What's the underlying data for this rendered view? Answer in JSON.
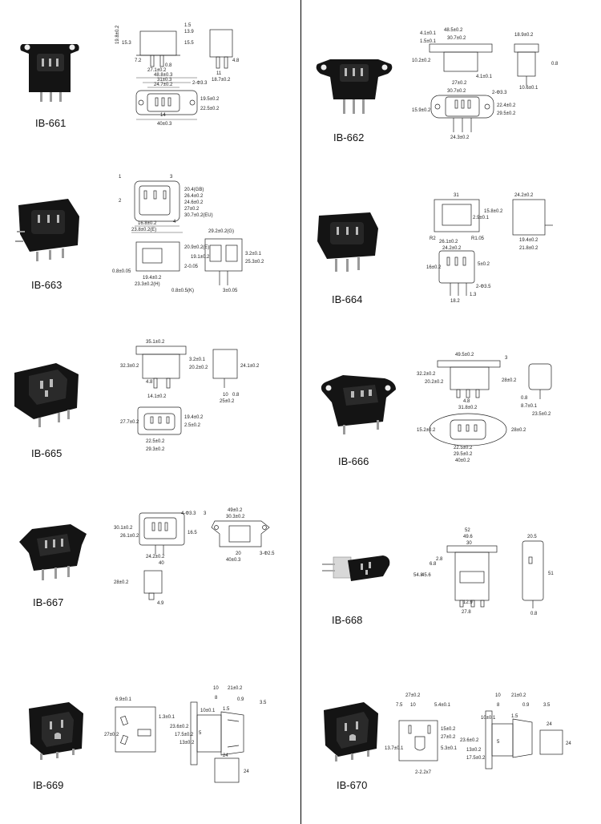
{
  "products": [
    {
      "id": "ib661",
      "label": "IB-661"
    },
    {
      "id": "ib662",
      "label": "IB-662"
    },
    {
      "id": "ib663",
      "label": "IB-663"
    },
    {
      "id": "ib664",
      "label": "IB-664"
    },
    {
      "id": "ib665",
      "label": "IB-665"
    },
    {
      "id": "ib666",
      "label": "IB-666"
    },
    {
      "id": "ib667",
      "label": "IB-667"
    },
    {
      "id": "ib668",
      "label": "IB-668"
    },
    {
      "id": "ib669",
      "label": "IB-669"
    },
    {
      "id": "ib670",
      "label": "IB-670"
    }
  ],
  "dims": {
    "ib661": [
      "19.8±0.2",
      "15.3",
      "1.5",
      "13.9",
      "15.5",
      "7.2",
      "27.1±0.2",
      "0.8",
      "11",
      "4.8",
      "18.7±0.2",
      "48.8±0.3",
      "31±0.3",
      "24.7±0.2",
      "2-Φ3.3",
      "19.5±0.2",
      "22.5±0.2",
      "14",
      "40±0.3"
    ],
    "ib662": [
      "4.1±0.1",
      "1.5±0.1",
      "10.2±0.2",
      "48.5±0.2",
      "30.7±0.2",
      "18.9±0.2",
      "0.8",
      "4.1±0.1",
      "27±0.2",
      "10.6±0.1",
      "30.7±0.2",
      "2-Φ3.3",
      "15.9±0.2",
      "22.4±0.2",
      "29.5±0.2",
      "24.3±0.2"
    ],
    "ib663": [
      "1",
      "2",
      "3",
      "4",
      "20.4(GB)",
      "26.4±0.2",
      "24.6±0.2",
      "27±0.2",
      "30.7±0.2(EU)",
      "16.8±0.2",
      "23.8±0.2(E)",
      "29.2±0.2(G)",
      "20.9±0.2(E)",
      "19.1±0.2",
      "3.2±0.1",
      "25.3±0.2",
      "2-0.05",
      "0.8±0.05",
      "19.4±0.2",
      "23.3±0.2(H)",
      "0.8±0.5(K)",
      "3±0.05"
    ],
    "ib664": [
      "31",
      "24.2±0.2",
      "15.8±0.2",
      "2.9±0.1",
      "R2",
      "26.1±0.2",
      "R1.05",
      "19.4±0.2",
      "21.8±0.2",
      "16±0.2",
      "24.2±0.2",
      "5±0.2",
      "2-Φ3.5",
      "18.2",
      "1.3"
    ],
    "ib665": [
      "35.1±0.2",
      "32.3±0.2",
      "3.2±0.1",
      "20.2±0.2",
      "24.1±0.2",
      "4.8",
      "14.1±0.2",
      "10",
      "0.8",
      "25±0.2",
      "27.7±0.2",
      "19.4±0.2",
      "2.5±0.2",
      "22.5±0.2",
      "29.3±0.2"
    ],
    "ib666": [
      "49.5±0.2",
      "32.2±0.2",
      "20.2±0.2",
      "3",
      "28±0.2",
      "0.8",
      "8.7±0.1",
      "4.8",
      "31.8±0.2",
      "23.5±0.2",
      "15.2±0.2",
      "28±0.2",
      "22.5±0.2",
      "29.5±0.2",
      "40±0.2"
    ],
    "ib667": [
      "4-Φ3.3",
      "3",
      "30.1±0.2",
      "26.1±0.2",
      "16.5",
      "49±0.2",
      "30.3±0.2",
      "24.2±0.2",
      "40",
      "20",
      "40±0.3",
      "3-Φ2.5",
      "28±0.2",
      "4.9"
    ],
    "ib668": [
      "52",
      "49.6",
      "30",
      "54.8",
      "45.6",
      "6.8",
      "2.8",
      "12.9",
      "27.8",
      "20.5",
      "51",
      "0.8"
    ],
    "ib669": [
      "6.9±0.1",
      "27±0.2",
      "1.3±0.1",
      "10",
      "21±0.2",
      "8",
      "0.9",
      "3.5",
      "10±0.1",
      "1.5",
      "23.6±0.2",
      "17.5±0.2",
      "13±0.2",
      "5",
      "24",
      "24"
    ],
    "ib670": [
      "27±0.2",
      "7.5",
      "10",
      "5.4±0.1",
      "10",
      "21±0.2",
      "8",
      "0.9",
      "3.5",
      "10±0.1",
      "1.5",
      "5",
      "24",
      "24",
      "13.7±0.1",
      "15±0.2",
      "27±0.2",
      "5.3±0.1",
      "23.6±0.2",
      "13±0.2",
      "17.5±0.2",
      "2-2.2x7"
    ]
  }
}
